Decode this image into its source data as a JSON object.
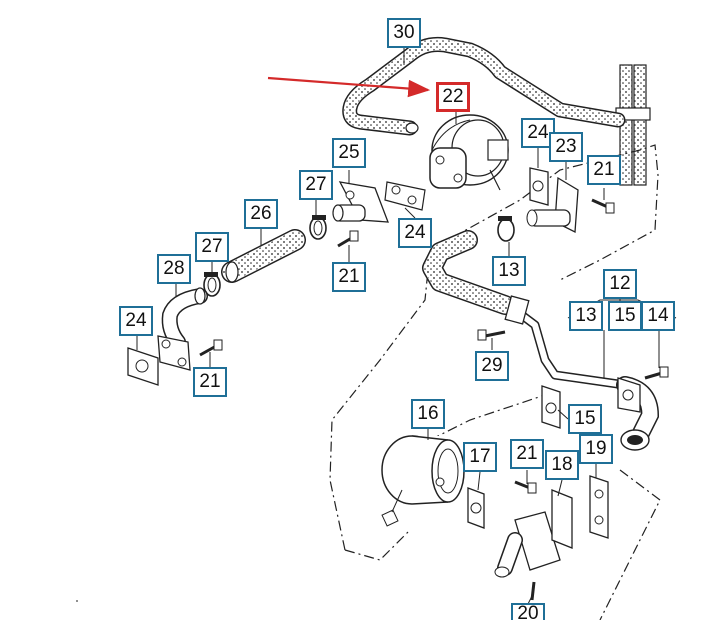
{
  "highlight_color": "#d42a2a",
  "callout_color": "#1f6f97",
  "callouts": [
    "30",
    "22",
    "24",
    "23",
    "21",
    "25",
    "27",
    "26",
    "24",
    "27",
    "28",
    "21",
    "24",
    "21",
    "13",
    "12",
    "13",
    "15",
    "14",
    "29",
    "15",
    "16",
    "17",
    "21",
    "18",
    "19",
    "20"
  ],
  "highlighted_part": "22"
}
